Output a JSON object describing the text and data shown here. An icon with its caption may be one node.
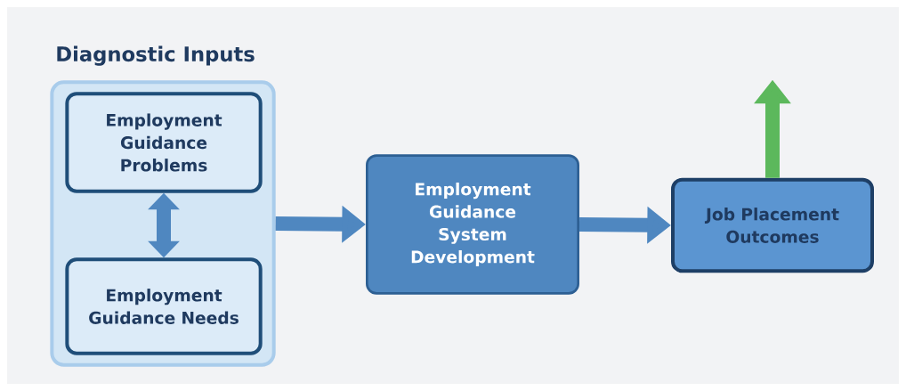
{
  "diagram": {
    "nodes": [
      {
        "text": [
          "Diagnostic Inputs"
        ]
      },
      {
        "text": [
          "Employment Guidance Problems"
        ],
        "in": 0
      },
      {
        "text": [
          "Employment Guidance Needs"
        ],
        "in": 0
      },
      {
        "text": [
          "Employment Guidance System Development"
        ]
      },
      {
        "text": [
          "Job Placement Outcomes"
        ]
      }
    ],
    "edges": [
      {
        "from": 1,
        "to": 2,
        "arrow": "both"
      },
      {
        "from": 0,
        "to": 3,
        "arrow": "to"
      },
      {
        "from": 3,
        "to": 4,
        "arrow": "to"
      },
      {
        "from": 4,
        "to": null,
        "arrow": "to",
        "color": "#5cb85c"
      }
    ]
  }
}
